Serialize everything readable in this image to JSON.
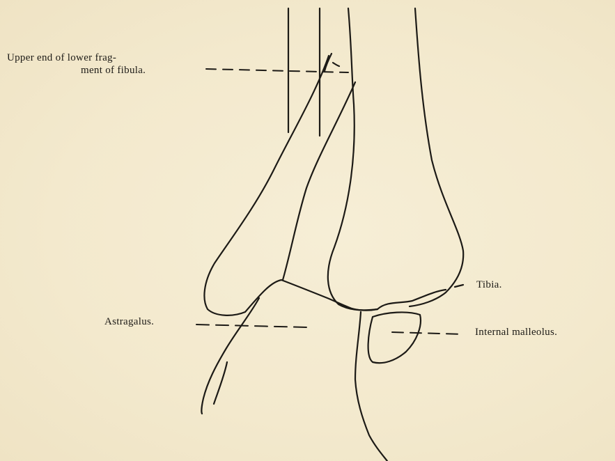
{
  "labels": {
    "fibula_line1": "Upper end of lower frag-",
    "fibula_line2": "ment of fibula.",
    "tibia": "Tibia.",
    "astragalus": "Astragalus.",
    "internal_malleolus": "Internal malleolus."
  },
  "colors": {
    "paper": "#f4ebd0",
    "ink": "#1c1a16"
  }
}
